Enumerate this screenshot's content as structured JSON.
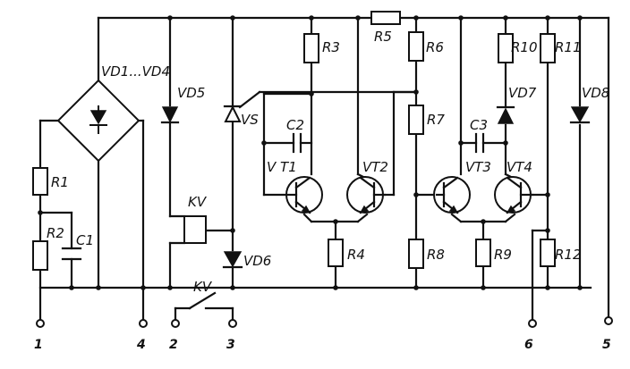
{
  "labels": {
    "vd1_vd4": "VD1...VD4",
    "vd5": "VD5",
    "vs": "VS",
    "r1": "R1",
    "r2": "R2",
    "c1": "C1",
    "kv_coil": "KV",
    "vd6": "VD6",
    "kv_contact": "KV",
    "r3": "R3",
    "r5": "R5",
    "r6": "R6",
    "c2": "C2",
    "vt1": "V T1",
    "vt2": "VT2",
    "r4": "R4",
    "r7": "R7",
    "r8": "R8",
    "c3": "C3",
    "vt3": "VT3",
    "vt4": "VT4",
    "r9": "R9",
    "vd7": "VD7",
    "r10": "R10",
    "r11": "R11",
    "r12": "R12",
    "vd8": "VD8"
  },
  "terminals": {
    "t1": "1",
    "t4": "4",
    "t2": "2",
    "t3": "3",
    "t6": "6",
    "t5": "5"
  }
}
